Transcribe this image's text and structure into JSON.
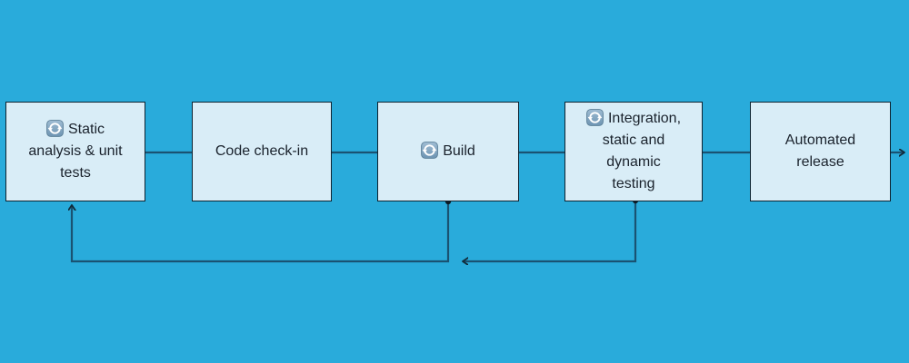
{
  "diagram": {
    "type": "flowchart",
    "background_color": "#29abdb",
    "node_fill_color": "#d9edf7",
    "node_border_color": "#0d2230",
    "connector_color": "#1a5272",
    "text_color": "#1a222c",
    "icon_name": "counterclockwise-arrows-icon",
    "nodes": [
      {
        "id": "static-analysis-unit-tests",
        "label": "Static\nanalysis & unit\ntests",
        "has_icon": true
      },
      {
        "id": "code-check-in",
        "label": "Code check-in",
        "has_icon": false
      },
      {
        "id": "build",
        "label": "Build",
        "has_icon": true
      },
      {
        "id": "integration-static-dynamic-testing",
        "label": "Integration,\nstatic and\ndynamic\ntesting",
        "has_icon": true
      },
      {
        "id": "automated-release",
        "label": "Automated\nrelease",
        "has_icon": false
      }
    ],
    "edges": [
      {
        "from": "static-analysis-unit-tests",
        "to": "code-check-in",
        "style": "plain-line"
      },
      {
        "from": "code-check-in",
        "to": "build",
        "style": "plain-line"
      },
      {
        "from": "build",
        "to": "integration-static-dynamic-testing",
        "style": "plain-line"
      },
      {
        "from": "integration-static-dynamic-testing",
        "to": "automated-release",
        "style": "plain-line"
      },
      {
        "from": "automated-release",
        "to": "offscreen-right",
        "style": "arrow"
      },
      {
        "from": "build",
        "to": "static-analysis-unit-tests",
        "style": "feedback-arrow-below"
      },
      {
        "from": "integration-static-dynamic-testing",
        "to": "feedback-loop-left",
        "style": "feedback-arrow-below"
      }
    ]
  }
}
